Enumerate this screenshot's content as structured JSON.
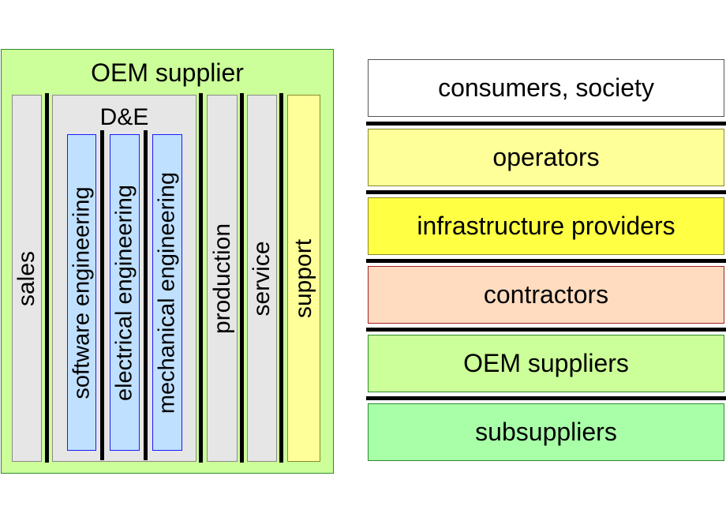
{
  "oem_block": {
    "title": "OEM supplier",
    "colors": {
      "fill": "#ccff99",
      "border": "#2e8b2e"
    },
    "columns": {
      "sales": "sales",
      "de": {
        "title": "D&E",
        "engineering": [
          "software engineering",
          "electrical engineering",
          "mechanical engineering"
        ]
      },
      "production": "production",
      "service": "service",
      "support": "support"
    }
  },
  "stack": {
    "layers": [
      {
        "label": "consumers, society",
        "color": "#ffffff",
        "border": "#555555"
      },
      {
        "label": "operators",
        "color": "#ffff99",
        "border": "#8a8a2a"
      },
      {
        "label": "infrastructure providers",
        "color": "#ffff44",
        "border": "#8a8a2a"
      },
      {
        "label": "contractors",
        "color": "#ffdcc0",
        "border": "#a02020"
      },
      {
        "label": "OEM suppliers",
        "color": "#ccff99",
        "border": "#2e8b2e"
      },
      {
        "label": "subsuppliers",
        "color": "#a8ffa8",
        "border": "#2e8b2e"
      }
    ]
  }
}
